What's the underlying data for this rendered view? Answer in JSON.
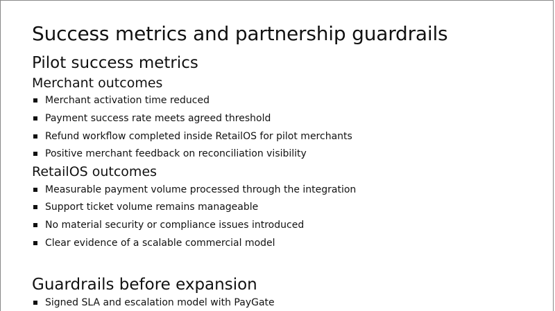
{
  "slide": {
    "title": "Success metrics and partnership guardrails",
    "section1": {
      "heading": "Pilot success metrics",
      "groups": [
        {
          "heading": "Merchant outcomes",
          "bullets": [
            "Merchant activation time reduced",
            "Payment success rate meets agreed threshold",
            "Refund workflow completed inside RetailOS for pilot merchants",
            "Positive merchant feedback on reconciliation visibility"
          ]
        },
        {
          "heading": "RetailOS outcomes",
          "bullets": [
            "Measurable payment volume processed through the integration",
            "Support ticket volume remains manageable",
            "No material security or compliance issues introduced",
            "Clear evidence of a scalable commercial model"
          ]
        }
      ]
    },
    "section2": {
      "heading": "Guardrails before expansion",
      "bullets": [
        "Signed SLA and escalation model with PayGate"
      ]
    }
  }
}
